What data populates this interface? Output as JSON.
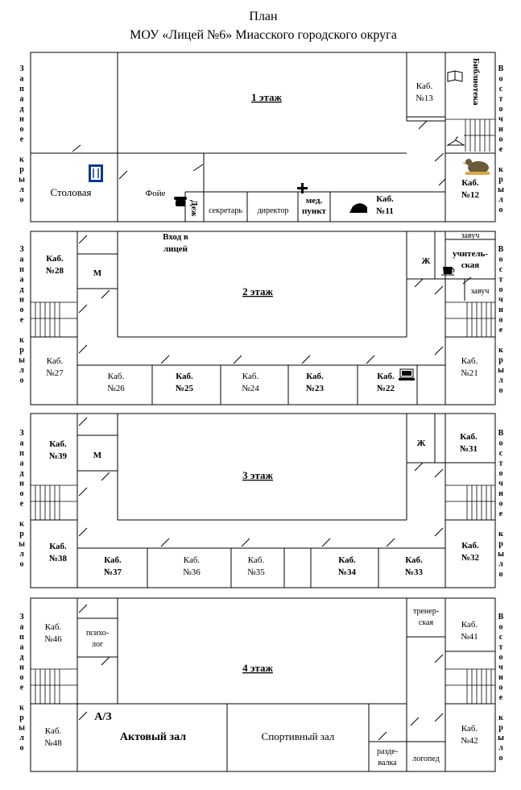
{
  "title": {
    "line1": "План",
    "line2": "МОУ «Лицей №6» Миасского городского округа"
  },
  "sides": {
    "west": "Западное крыло",
    "east": "Восточное крыло"
  },
  "floors": {
    "f1": {
      "label": "1 этаж",
      "rooms": {
        "kab13a": "Каб.",
        "kab13b": "№13",
        "library": "Библиотека",
        "stolovaya": "Столовая",
        "foyer": "Фойе",
        "dezh": "Деж",
        "secretary": "секретарь",
        "director": "директор",
        "med1": "мед.",
        "med2": "пункт",
        "kab11a": "Каб.",
        "kab11b": "№11",
        "kab12a": "Каб.",
        "kab12b": "№12"
      },
      "entrance1": "Вход в",
      "entrance2": "лицей"
    },
    "f2": {
      "label": "2 этаж",
      "rooms": {
        "kab28a": "Каб.",
        "kab28b": "№28",
        "m": "М",
        "zh": "Ж",
        "zavuch1": "завуч",
        "teacher1": "учитель-",
        "teacher2": "ская",
        "zavuch2": "завуч",
        "kab27a": "Каб.",
        "kab27b": "№27",
        "kab26a": "Каб.",
        "kab26b": "№26",
        "kab25a": "Каб.",
        "kab25b": "№25",
        "kab24a": "Каб.",
        "kab24b": "№24",
        "kab23a": "Каб.",
        "kab23b": "№23",
        "kab22a": "Каб.",
        "kab22b": "№22",
        "kab21a": "Каб.",
        "kab21b": "№21"
      }
    },
    "f3": {
      "label": "3 этаж",
      "rooms": {
        "kab39a": "Каб.",
        "kab39b": "№39",
        "m": "М",
        "zh": "Ж",
        "kab31a": "Каб.",
        "kab31b": "№31",
        "kab38a": "Каб.",
        "kab38b": "№38",
        "kab37a": "Каб.",
        "kab37b": "№37",
        "kab36a": "Каб.",
        "kab36b": "№36",
        "kab35a": "Каб.",
        "kab35b": "№35",
        "kab34a": "Каб.",
        "kab34b": "№34",
        "kab33a": "Каб.",
        "kab33b": "№33",
        "kab32a": "Каб.",
        "kab32b": "№32"
      }
    },
    "f4": {
      "label": "4 этаж",
      "rooms": {
        "kab46a": "Каб.",
        "kab46b": "№46",
        "psych1": "психо-",
        "psych2": "лог",
        "trainer1": "тренер-",
        "trainer2": "ская",
        "kab41a": "Каб.",
        "kab41b": "№41",
        "kab48a": "Каб.",
        "kab48b": "№48",
        "az": "А/З",
        "assembly": "Актовый зал",
        "sport": "Спортивный зал",
        "razd1": "разде-",
        "razd2": "валка",
        "logoped": "логопед",
        "kab42a": "Каб.",
        "kab42b": "№42"
      }
    }
  }
}
